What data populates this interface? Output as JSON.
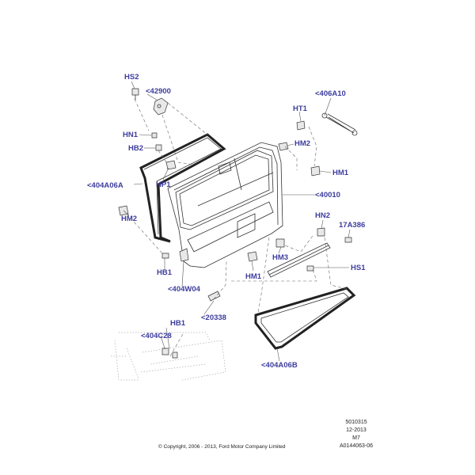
{
  "labels": {
    "hs2": "HS2",
    "p42900": "<42900",
    "hn1": "HN1",
    "hb2": "HB2",
    "hp1": "HP1",
    "p404a06a": "<404A06A",
    "hm2_left": "HM2",
    "hb1_mid": "HB1",
    "p404w04": "<404W04",
    "p20338": "<20338",
    "hb1_low": "HB1",
    "p404c28": "<404C28",
    "p406a10": "<406A10",
    "ht1": "HT1",
    "hm2_right": "HM2",
    "hm1_right": "HM1",
    "p40010": "<40010",
    "hn2": "HN2",
    "p17a386": "17A386",
    "hm3": "HM3",
    "hm1_mid": "HM1",
    "hs1": "HS1",
    "p404a06b": "<404A06B"
  },
  "footer": {
    "ref_number": "5010315",
    "date": "12-2013",
    "model": "M7",
    "drawing_id": "A0144063-06",
    "copyright": "© Copyright, 2006 - 2013, Ford Motor Company Limited"
  },
  "colors": {
    "label": "#3d3d9e",
    "line": "#333333"
  }
}
